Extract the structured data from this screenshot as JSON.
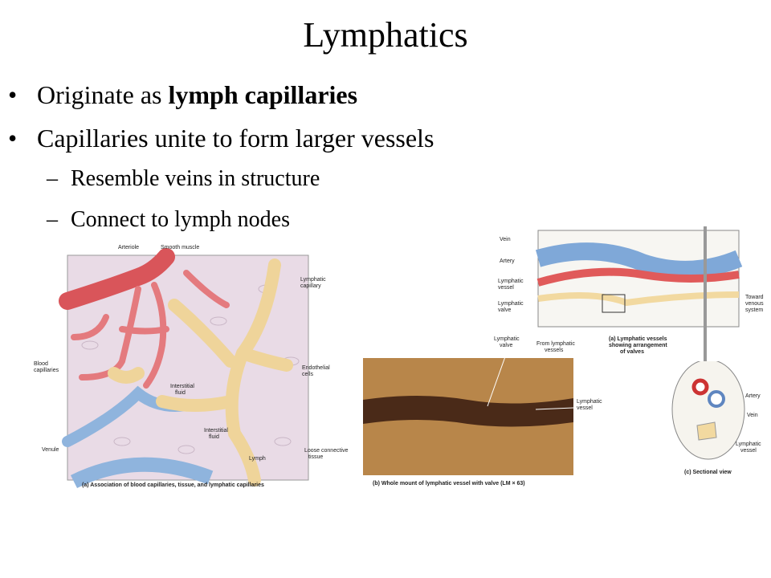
{
  "slide": {
    "title": "Lymphatics",
    "bullet1_prefix": "Originate as ",
    "bullet1_bold": "lymph capillaries",
    "bullet2": "Capillaries unite to form larger vessels",
    "sub1": "Resemble veins in structure",
    "sub2": "Connect to lymph nodes"
  },
  "fig_a": {
    "arteriole": "Arteriole",
    "smooth_muscle": "Smooth muscle",
    "lymphatic_capillary_1": "Lymphatic",
    "lymphatic_capillary_2": "capillary",
    "blood_capillaries_1": "Blood",
    "blood_capillaries_2": "capillaries",
    "endothelial_1": "Endothelial",
    "endothelial_2": "cells",
    "interstitial_a_1": "Interstitial",
    "interstitial_a_2": "fluid",
    "interstitial_b_1": "Interstitial",
    "interstitial_b_2": "fluid",
    "venule": "Venule",
    "loose_1": "Loose connective",
    "loose_2": "tissue",
    "lymph": "Lymph",
    "caption": "(a) Association of blood capillaries, tissue, and lymphatic capillaries"
  },
  "fig_top": {
    "vein": "Vein",
    "artery": "Artery",
    "lymphatic_vessel_1": "Lymphatic",
    "lymphatic_vessel_2": "vessel",
    "lymphatic_valve_1": "Lymphatic",
    "lymphatic_valve_2": "valve",
    "from_lymphatic_1": "From lymphatic",
    "from_lymphatic_2": "vessels",
    "toward_1": "Toward",
    "toward_2": "venous",
    "toward_3": "system",
    "caption_1": "(a) Lymphatic vessels",
    "caption_2": "showing arrangement",
    "caption_3": "of valves"
  },
  "fig_b": {
    "valve_1": "Lymphatic",
    "valve_2": "valve",
    "vessel_1": "Lymphatic",
    "vessel_2": "vessel",
    "caption": "(b) Whole mount of lymphatic vessel with valve (LM × 63)"
  },
  "fig_c": {
    "artery": "Artery",
    "vein": "Vein",
    "lymphatic_1": "Lymphatic",
    "lymphatic_2": "vessel",
    "caption": "(c) Sectional view"
  },
  "colors": {
    "artery": "#e05a5a",
    "vein": "#7fa8d8",
    "lymph": "#f2d9a0",
    "tissue": "#e8d8e4",
    "micrograph": "#b8864a"
  }
}
